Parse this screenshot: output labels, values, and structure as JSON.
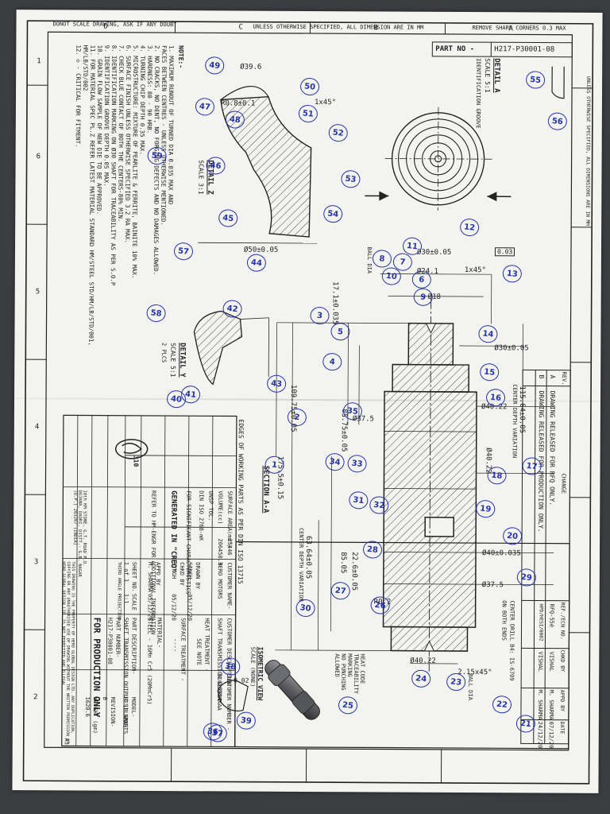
{
  "header": {
    "top_left": "DONOT SCALE DRAWING, ASK IF ANY DOUBT",
    "top_center": "UNLESS OTHERWISE SPECIFIED, ALL DIMENSION ARE IN MM",
    "top_right": "REMOVE SHARP CORNERS 0.3 MAX",
    "part_no_label": "PART NO -",
    "part_no_value": "H217-P30001-08",
    "edge_right": "UNLESS OTHERWISE SPECIFIED, ALL DIMENSIONS ARE IN MM",
    "grid_numbers": [
      "6",
      "5",
      "4",
      "3",
      "2",
      "1"
    ],
    "grid_letters": [
      "A",
      "B",
      "C",
      "D"
    ]
  },
  "notes": {
    "title": "NOTE:-",
    "lines": [
      "1. MAXIMUM RUNOUT OF TURNED DIA 0.035 MAX AND",
      "   FACES BETWEEN CENTRES - UNLESS OTHERWISE MENTIONED.",
      "2. NO CRACKS, NO DENT, NO FORGING DEFECTS AND NO DAMAGES ALLOWED.",
      "3. HARDNESS: 80 - 90 HRB.",
      "4. TURNING CHIP DEPTH 0.35 MAX.",
      "5. MICROSTRUCTURE: MIXTURE OF PEARLITE & FERRITE, BAINITE 10% MAX.",
      "6. SURFACE FINISH UNLESS OTHERWISE SPECIFIED 3.2 RA MAX.",
      "7. CHECK BLUE CONTACT OF BOTH THE CENTERS-80% MIN.",
      "8. IDENTIFICATION MARKING ON Ø30 SHAFT FOR TRACEABILITY AS PER S.O.P",
      "9. IDENTIFICATION GROOVE DEPTH 0.05 MAX.",
      "10. GRAIN FLOW SAMPLE OF NEW DIE TO BE APPROVED.",
      "11. FOR MATERIAL SPEC PL.Z REFER LATEST MATERIAL STANDARD HM/STEEL STD/HM/LB/STD/001,",
      "    HM/LB/STD/002",
      "12. ◇ - CRITICAL FOR FITMENT."
    ]
  },
  "details": {
    "detail_a_title": "DETAIL A",
    "detail_a_scale": "SCALE 5:1",
    "detail_a_sub": "IDENTIFICATION GROOVE",
    "detail_z_title": "DETAIL Z",
    "detail_z_scale": "SCALE 3:1",
    "detail_y_title": "DETAIL Y",
    "detail_y_scale": "SCALE 5:1",
    "detail_y_sub": "2 PLCS",
    "section_title": "SECTION A-A",
    "isometric_title": "ISOMETRIC VIEW",
    "isometric_scale": "SCALE (NONE)",
    "ball_dia_top": "BALL DIA",
    "ball_dia_bottom": "BALL DIA",
    "center_depth_1": "CENTER DEPTH VARIATION",
    "center_depth_2": "CENTER DEPTH VARIATION",
    "center_drill": "CENTER DRILL B4: IS-6709",
    "center_drill_2": "ON BOTH ENDS",
    "heat_code": "HEAT CODE TRACEABILITY MARKING",
    "no_punching": "NO PUNCHING ALLOWED",
    "edges_note": "EDGES OF WORKING PARTS AS PER DIN ISO 13715"
  },
  "dimensions": {
    "d_39_6": "Ø39.6",
    "d_50": "Ø50±0.05",
    "d_30_top": "Ø30±0.05",
    "d_24_1": "Ø24.1",
    "d_18": "Ø18",
    "d_30_mid": "Ø30±0.05",
    "d_40_22_a": "Ø40.22",
    "d_37_5_a": "Ø37.5",
    "d_40_22_b": "Ø40.22",
    "d_40": "Ø40±0.035",
    "d_37_5_b": "Ø37.5",
    "d_40_22_c": "Ø40.22",
    "l_109_75": "109.75±0.05",
    "l_115_64": "115.64±0.05",
    "l_85_75": "85.75±0.05",
    "l_175_5": "175.5±0.15",
    "l_63_64": "63.64±0.05",
    "l_85_05": "85.05",
    "l_22_6": "22.6±0.05",
    "l_17_1": "17.1±0.035",
    "l_2_15": "2.15x45°",
    "l_1x45_a": "1x45°",
    "l_1x45_b": "1x45°",
    "r_0_2": "R0.2",
    "r_0_8": "R0.8±0.1",
    "flatness": "0.03",
    "runout": "0.02"
  },
  "revision_table": {
    "headers": [
      "REV.",
      "CHANGE",
      "REF./ECN NO.",
      "CHKD BY",
      "APPD BY",
      "DATE"
    ],
    "rows": [
      [
        "A",
        "DRAWING RELEASED FOR RFQ ONLY.",
        "RFQ-55é",
        "VISHAL",
        "M. SHARMA",
        "07/12/20"
      ],
      [
        "B",
        "DRAWING RELEASED FOR PRODUCTION ONLY.",
        "HPD/HESI/0002",
        "VISHAL",
        "M. SHARMA",
        "24/12/20"
      ]
    ]
  },
  "title_block": {
    "surface_area_label": "SURFACE AREA(mm²)",
    "surface_area_value": "25446",
    "volume_label": "VOLUME(cc)",
    "volume_value": "206450.3",
    "tolerance_label": "UNSP TOL.",
    "tolerance_value": "DIN ISO 2768-mK",
    "significant_label": "FOR SIGNIFICANT CHARACTERISTICS",
    "generated_in": "GENERATED IN \"CREO\"",
    "refer_note": "REFER TO HM-ENGR FOR ADDITIONAL INFORMATION",
    "customer_name_label": "CUSTOMER NAME-",
    "customer_name_value": "HERO MOTORS",
    "drawn_by_label": "DRAWN BY",
    "drawn_by_value": "SINGH",
    "chkd_by_label": "CHKD BY",
    "chkd_by_value": "SINGH",
    "appd_by_label": "APPD BY",
    "appd_by_value": "M. SHARMA",
    "date_1": "05/12/20",
    "date_2": "05/12/20",
    "date_3": "05/12/20",
    "sheet_label": "SHEET NO.",
    "sheet_value": "1 of 1",
    "scale_label": "SCALE",
    "scale_value": "1:1",
    "customer_desc_label": "CUSTOMER DESCRIPTION -",
    "customer_desc_value": "SHAFT TRANSMISSION OUTPUT",
    "heat_treatment_label": "HEAT TREATMENT -",
    "heat_treatment_value": "SEE NOTE",
    "surface_treatment_label": "SURFACE TREATMENT -",
    "surface_treatment_value": "----",
    "material_label": "MATERIAL-",
    "material_value": "STEEL - 16Mn Cr5 (20MnCr5)",
    "customer_number_label": "CUSTOMER NUMBER -",
    "customer_number_value": "D1625034AAA",
    "part_desc_label": "PART DESCRIPTION-",
    "part_desc_value": "SHAFT TRANSMISSION OUTPUT (BLANK)",
    "part_number_label": "PART NUMBER-",
    "part_number_value": "H217-P30001-08",
    "model_label": "MODEL-",
    "model_value": "HESI SPORTS",
    "revision_label": "REVISION-",
    "revision_value": "B",
    "weight_label": "WEIGHT (gm)",
    "weight_value": "1620.6",
    "production_stamp": "FOR PRODUCTION ONLY",
    "company_address": "10th KM STONE, G.T. ROAD P.O. DUJANA, DADRI, DISTT.- G.B. NAGAR (U.P.) 203207 (INDIA)",
    "proprietary": "THIS DRAWING IS THE PROPERTY OF HERO GLOBAL DESIGN LTD. ANY DUPLICATION, COPYING OR ANY UNAUTHORISED USE OF DRAWING WITHOUT THE WRITTEN PERMISSION OF HERO GLOBAL DESIGN LTD. IS NOT PERMITTED AND ILLEGAL",
    "size_label": "A3",
    "projection_label": "THIRD ANGLE PROJECTION",
    "logo_text": "310"
  },
  "balloons": [
    "1",
    "2",
    "3",
    "4",
    "5",
    "6",
    "7",
    "8",
    "9",
    "10",
    "11",
    "12",
    "13",
    "14",
    "15",
    "16",
    "17",
    "18",
    "19",
    "20",
    "21",
    "22",
    "23",
    "24",
    "25",
    "26",
    "27",
    "28",
    "29",
    "30",
    "31",
    "32",
    "33",
    "34",
    "35",
    "36",
    "37",
    "38",
    "39",
    "40",
    "41",
    "42",
    "43",
    "44",
    "45",
    "46",
    "47",
    "48",
    "49",
    "50",
    "51",
    "52",
    "53",
    "54",
    "55",
    "56",
    "57",
    "58",
    "59"
  ]
}
